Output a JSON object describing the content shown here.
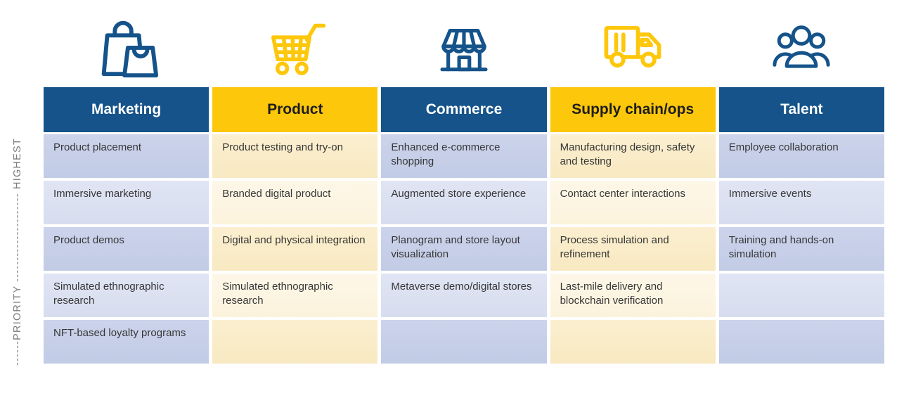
{
  "axis": {
    "label": "------PRIORITY --------------------- HIGHEST"
  },
  "colors": {
    "brand_blue": "#15538a",
    "brand_yellow": "#fdc70b",
    "row_blue_dark": "#c7d0e8",
    "row_blue_light": "#dce2f1",
    "row_cream_dark": "#faecca",
    "row_cream_light": "#fdf6e5",
    "axis_gray": "#7d7d7d"
  },
  "columns": [
    {
      "header": "Marketing",
      "icon": "shopping-bags-icon",
      "theme": "blue",
      "cells": [
        "Product placement",
        "Immersive marketing",
        "Product demos",
        "Simulated ethnographic research",
        "NFT-based loyalty programs"
      ]
    },
    {
      "header": "Product",
      "icon": "shopping-cart-icon",
      "theme": "yellow",
      "cells": [
        "Product testing and try-on",
        "Branded digital product",
        "Digital and physical integration",
        "Simulated ethnographic research",
        ""
      ]
    },
    {
      "header": "Commerce",
      "icon": "storefront-icon",
      "theme": "blue",
      "cells": [
        "Enhanced e-commerce shopping",
        "Augmented store experience",
        "Planogram and store layout visualization",
        "Metaverse  demo/digital stores",
        ""
      ]
    },
    {
      "header": "Supply chain/ops",
      "icon": "delivery-truck-icon",
      "theme": "yellow",
      "cells": [
        "Manufacturing design, safety and testing",
        "Contact center interactions",
        "Process simulation and refinement",
        "Last-mile delivery and blockchain verification",
        ""
      ]
    },
    {
      "header": "Talent",
      "icon": "people-icon",
      "theme": "blue",
      "cells": [
        "Employee collaboration",
        "Immersive events",
        "Training and hands-on simulation",
        "",
        ""
      ]
    }
  ]
}
